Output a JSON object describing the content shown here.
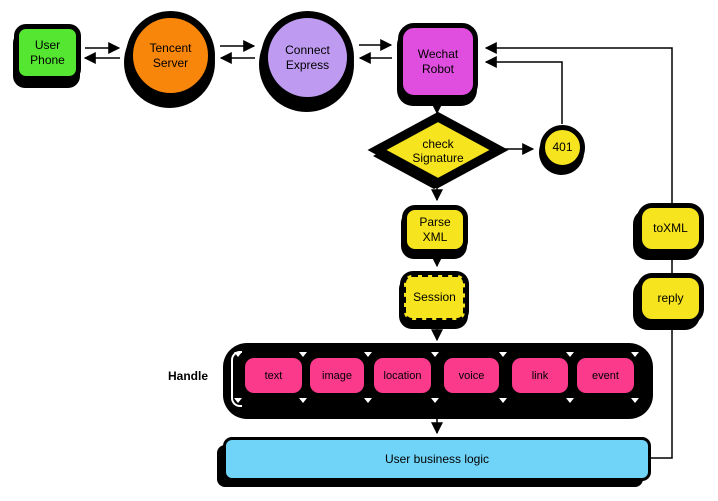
{
  "colors": {
    "green": "#55E632",
    "orange": "#F8860B",
    "purple": "#BE9BF0",
    "magenta": "#E04EE0",
    "yellow": "#F6E41E",
    "pink": "#FB3A8C",
    "blue": "#70D4F8"
  },
  "nodes": {
    "user_phone": "User Phone",
    "tencent_server": "Tencent Server",
    "connect_express": "Connect Express",
    "wechat_robot": "Wechat Robot",
    "check_signature": "check Signature",
    "code_401": "401",
    "parse_xml": "Parse XML",
    "session": "Session",
    "handle_label": "Handle",
    "to_xml": "toXML",
    "reply": "reply",
    "user_business_logic": "User business logic"
  },
  "handlers": [
    "text",
    "image",
    "location",
    "voice",
    "link",
    "event"
  ]
}
